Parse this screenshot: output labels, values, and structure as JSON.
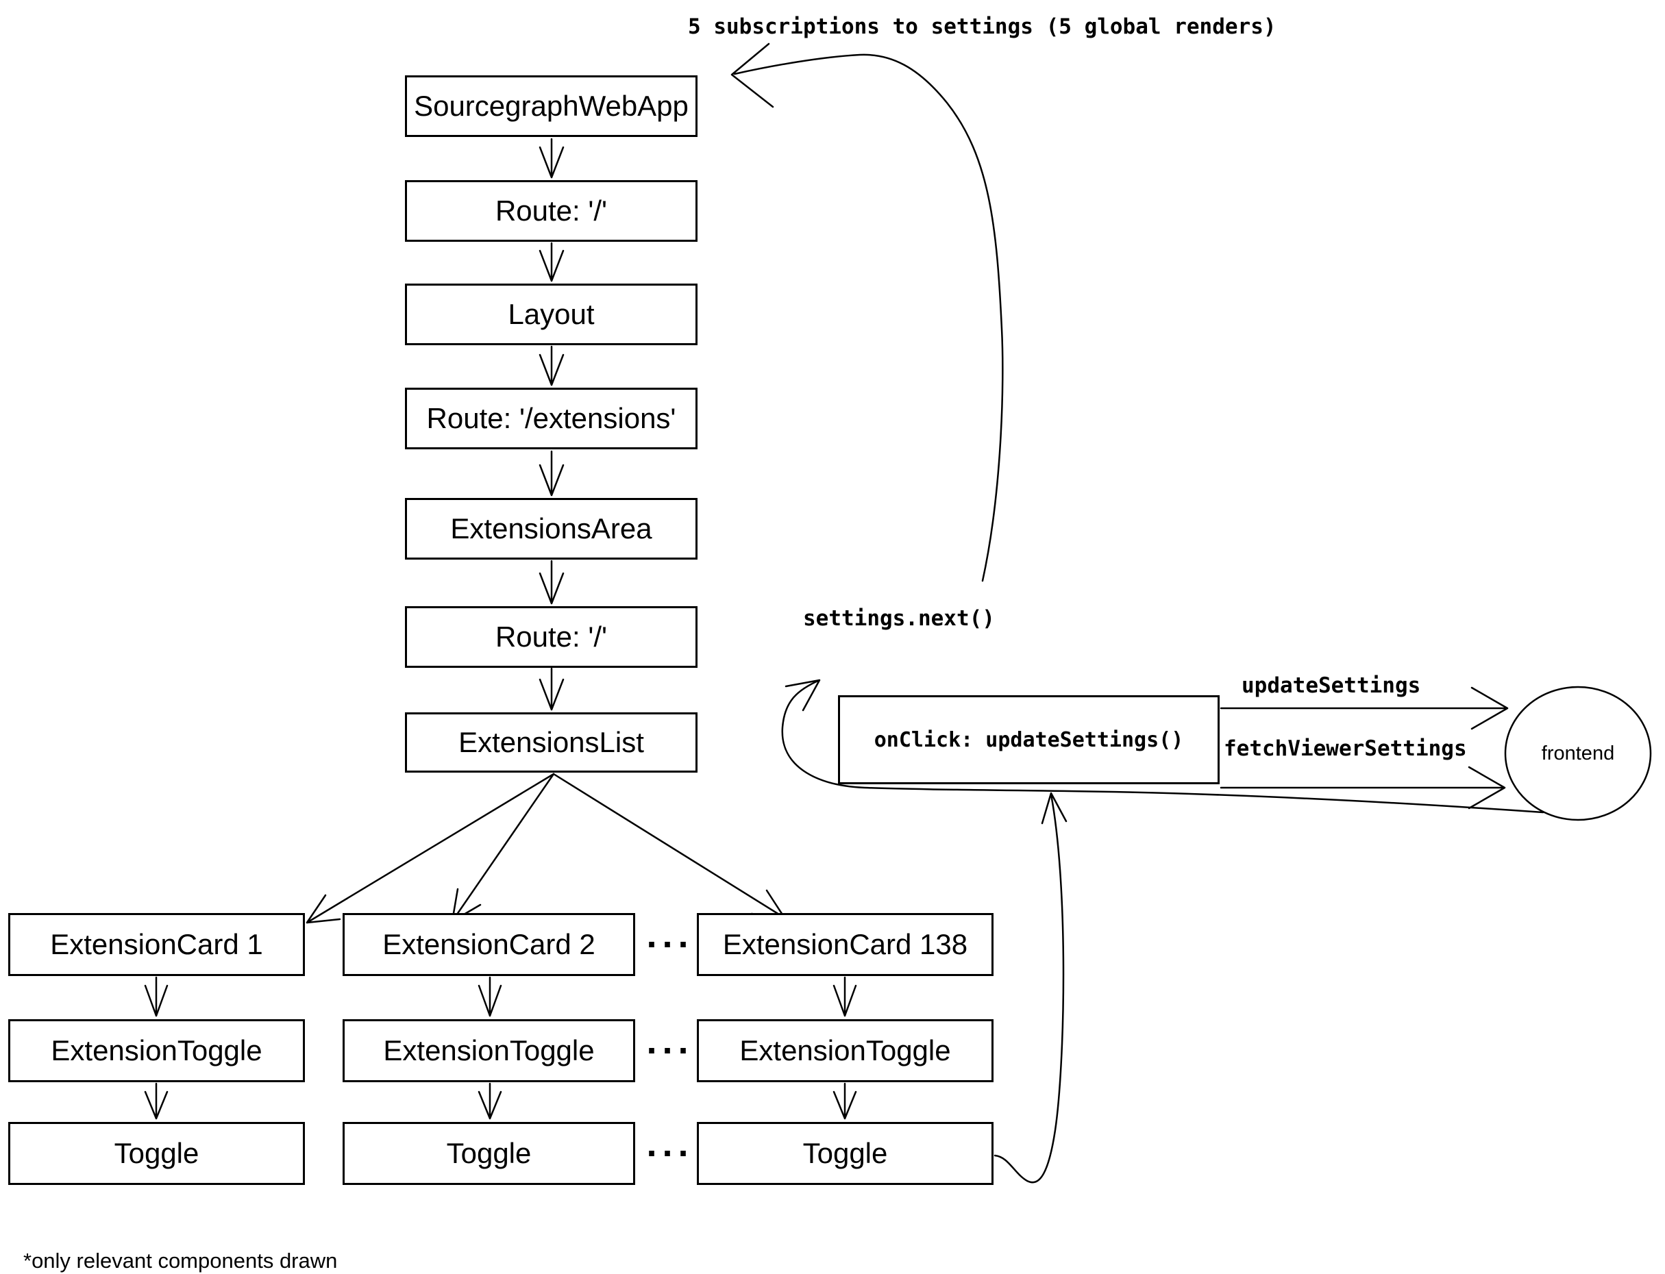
{
  "annotation_top": "5 subscriptions to settings (5 global renders)",
  "chain": {
    "nodes": [
      "SourcegraphWebApp",
      "Route: '/'",
      "Layout",
      "Route: '/extensions'",
      "ExtensionsArea",
      "Route: '/'",
      "ExtensionsList"
    ]
  },
  "cards": {
    "ellipsis": "···",
    "columns": [
      {
        "card": "ExtensionCard 1",
        "toggle": "ExtensionToggle",
        "control": "Toggle"
      },
      {
        "card": "ExtensionCard 2",
        "toggle": "ExtensionToggle",
        "control": "Toggle"
      },
      {
        "card": "ExtensionCard 138",
        "toggle": "ExtensionToggle",
        "control": "Toggle"
      }
    ]
  },
  "flow": {
    "settings_next": "settings.next()",
    "onclick_handler": "onClick: updateSettings()",
    "update_settings": "updateSettings",
    "fetch_viewer_settings": "fetchViewerSettings",
    "frontend": "frontend"
  },
  "footnote": "*only relevant components drawn",
  "colors": {
    "ink": "#000000",
    "background": "#ffffff"
  }
}
